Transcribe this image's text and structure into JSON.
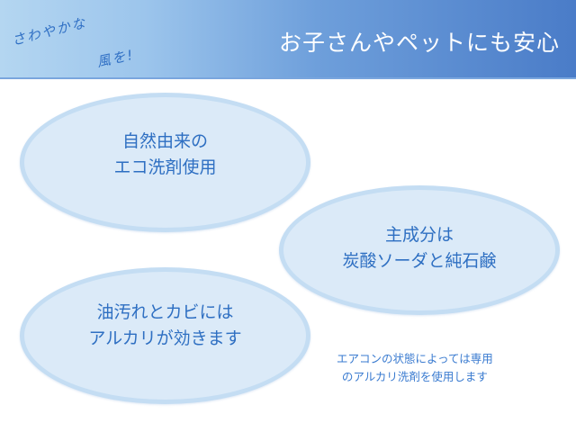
{
  "header": {
    "tagline_line1": "さわやかな",
    "tagline_line2": "風を!",
    "title": "お子さんやペットにも安心"
  },
  "bubbles": [
    {
      "line1": "自然由来の",
      "line2": "エコ洗剤使用"
    },
    {
      "line1": "主成分は",
      "line2": "炭酸ソーダと純石鹸"
    },
    {
      "line1": "油汚れとカビには",
      "line2": "アルカリが効きます"
    }
  ],
  "note": {
    "line1": "エアコンの状態によっては専用",
    "line2": "のアルカリ洗剤を使用します"
  },
  "colors": {
    "header_gradient_start": "#b4d6f1",
    "header_gradient_end": "#4a7cc8",
    "bubble_fill": "#dbeaf8",
    "bubble_border": "#c4ddf3",
    "text_blue": "#2e6fc2",
    "title_text": "#ffffff"
  }
}
